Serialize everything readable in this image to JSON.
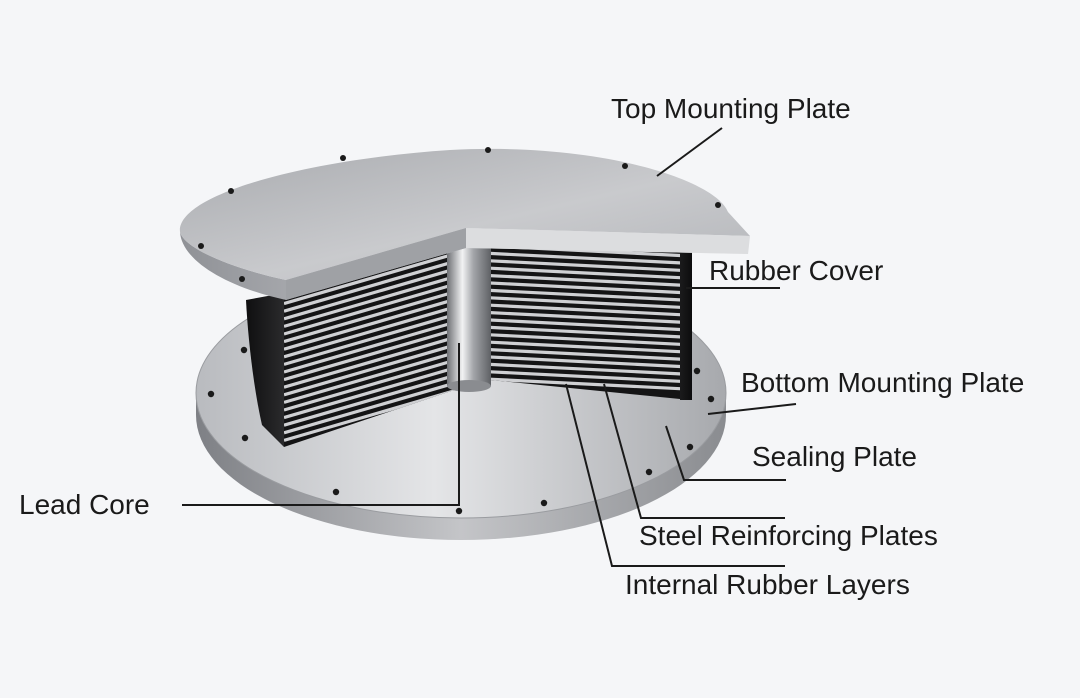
{
  "diagram": {
    "labels": {
      "top_mounting_plate": "Top Mounting Plate",
      "rubber_cover": "Rubber Cover",
      "bottom_mounting_plate": "Bottom Mounting Plate",
      "sealing_plate": "Sealing Plate",
      "steel_reinforcing_plates": "Steel Reinforcing Plates",
      "internal_rubber_layers": "Internal Rubber Layers",
      "lead_core": "Lead Core"
    }
  },
  "colors": {
    "background": "#f5f6f8",
    "plate_light": "#d6d7d9",
    "plate_dark": "#8e9095",
    "rubber": "#1c1c1e",
    "steel": "#c9cacd",
    "leader_line": "#1a1a1a"
  }
}
